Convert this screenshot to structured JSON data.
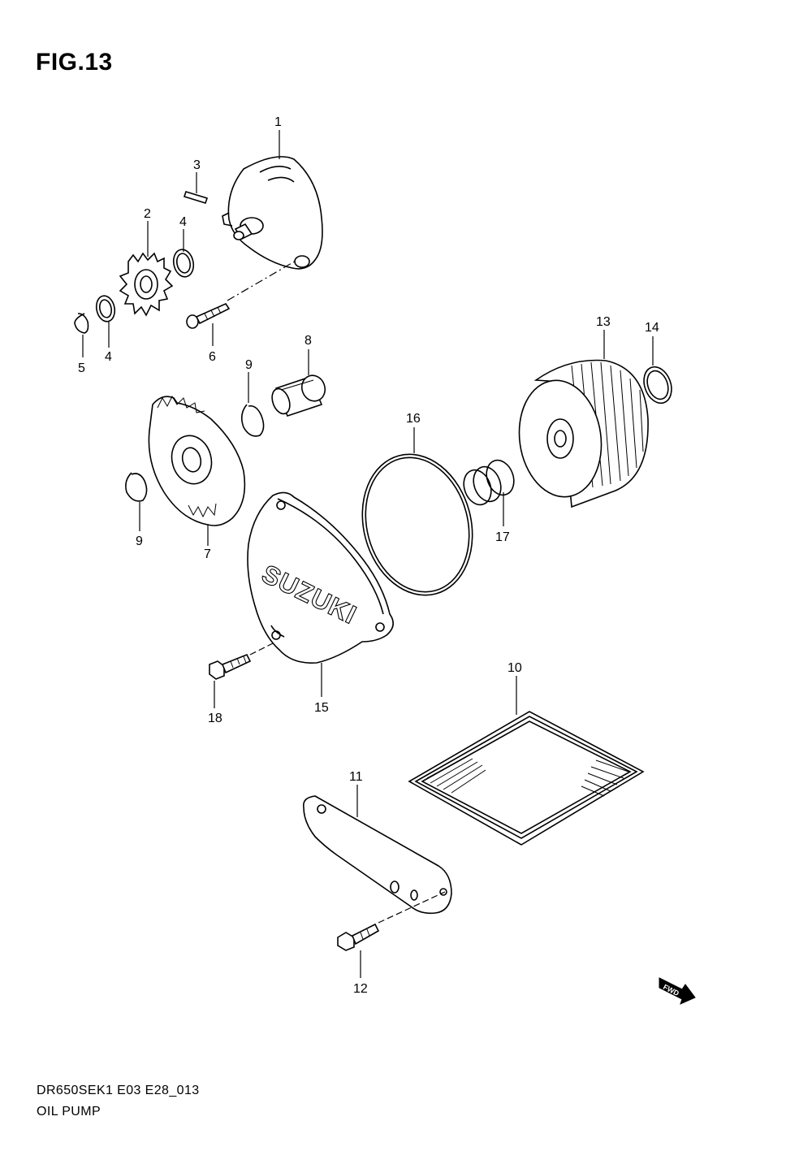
{
  "figure": {
    "title": "FIG.13"
  },
  "callouts": {
    "c1": "1",
    "c2": "2",
    "c3": "3",
    "c4a": "4",
    "c4b": "4",
    "c5": "5",
    "c6": "6",
    "c7": "7",
    "c8": "8",
    "c9a": "9",
    "c9b": "9",
    "c10": "10",
    "c11": "11",
    "c12": "12",
    "c13": "13",
    "c14": "14",
    "c15": "15",
    "c16": "16",
    "c17": "17",
    "c18": "18"
  },
  "cover_logo": "SUZUKI",
  "direction_marker": "FWD",
  "footer": {
    "code": "DR650SEK1 E03 E28_013",
    "name": "OIL PUMP"
  }
}
